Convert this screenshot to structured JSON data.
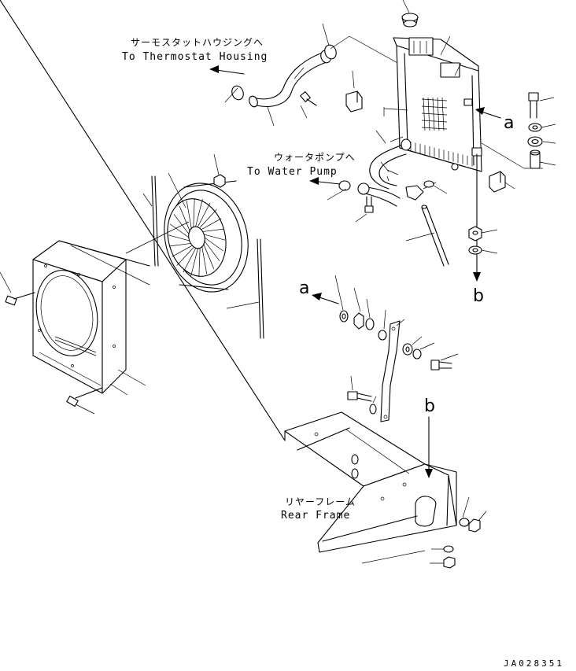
{
  "labels": {
    "thermostat_jp": "サーモスタットハウジングへ",
    "thermostat_en": "To Thermostat Housing",
    "waterpump_jp": "ウォータポンプへ",
    "waterpump_en": "To Water Pump",
    "rearframe_jp": "リヤーフレーム",
    "rearframe_en": "Rear Frame",
    "ref_a": "a",
    "ref_b": "b",
    "drawing_code": "JA028351"
  }
}
